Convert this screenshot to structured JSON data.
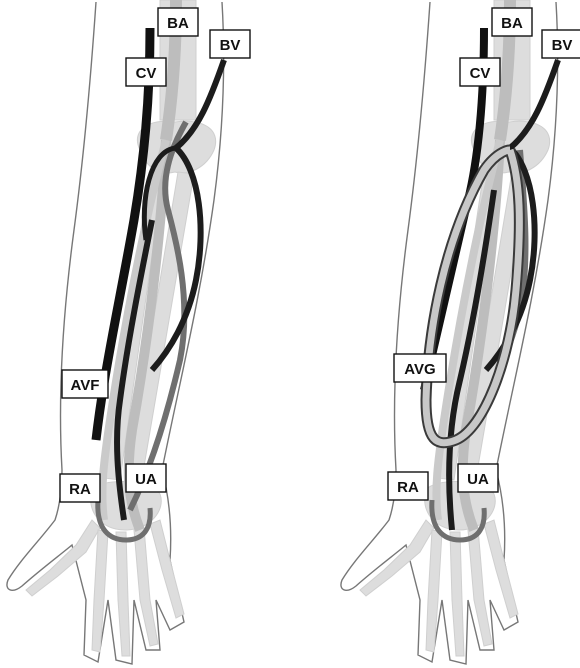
{
  "panels": [
    {
      "labels": {
        "ba": "BA",
        "bv": "BV",
        "cv": "CV",
        "access": "AVF",
        "ra": "RA",
        "ua": "UA"
      }
    },
    {
      "labels": {
        "ba": "BA",
        "bv": "BV",
        "cv": "CV",
        "access": "AVG",
        "ra": "RA",
        "ua": "UA"
      }
    }
  ],
  "colors": {
    "outline": "#777777",
    "bone": "#dddddd",
    "artery": "#bdbdbd",
    "brachial_vein": "#1c1c1c",
    "cephalic_vein": "#111111",
    "mid_vein": "#6f6f6f",
    "graft": "#c8c8c8"
  }
}
